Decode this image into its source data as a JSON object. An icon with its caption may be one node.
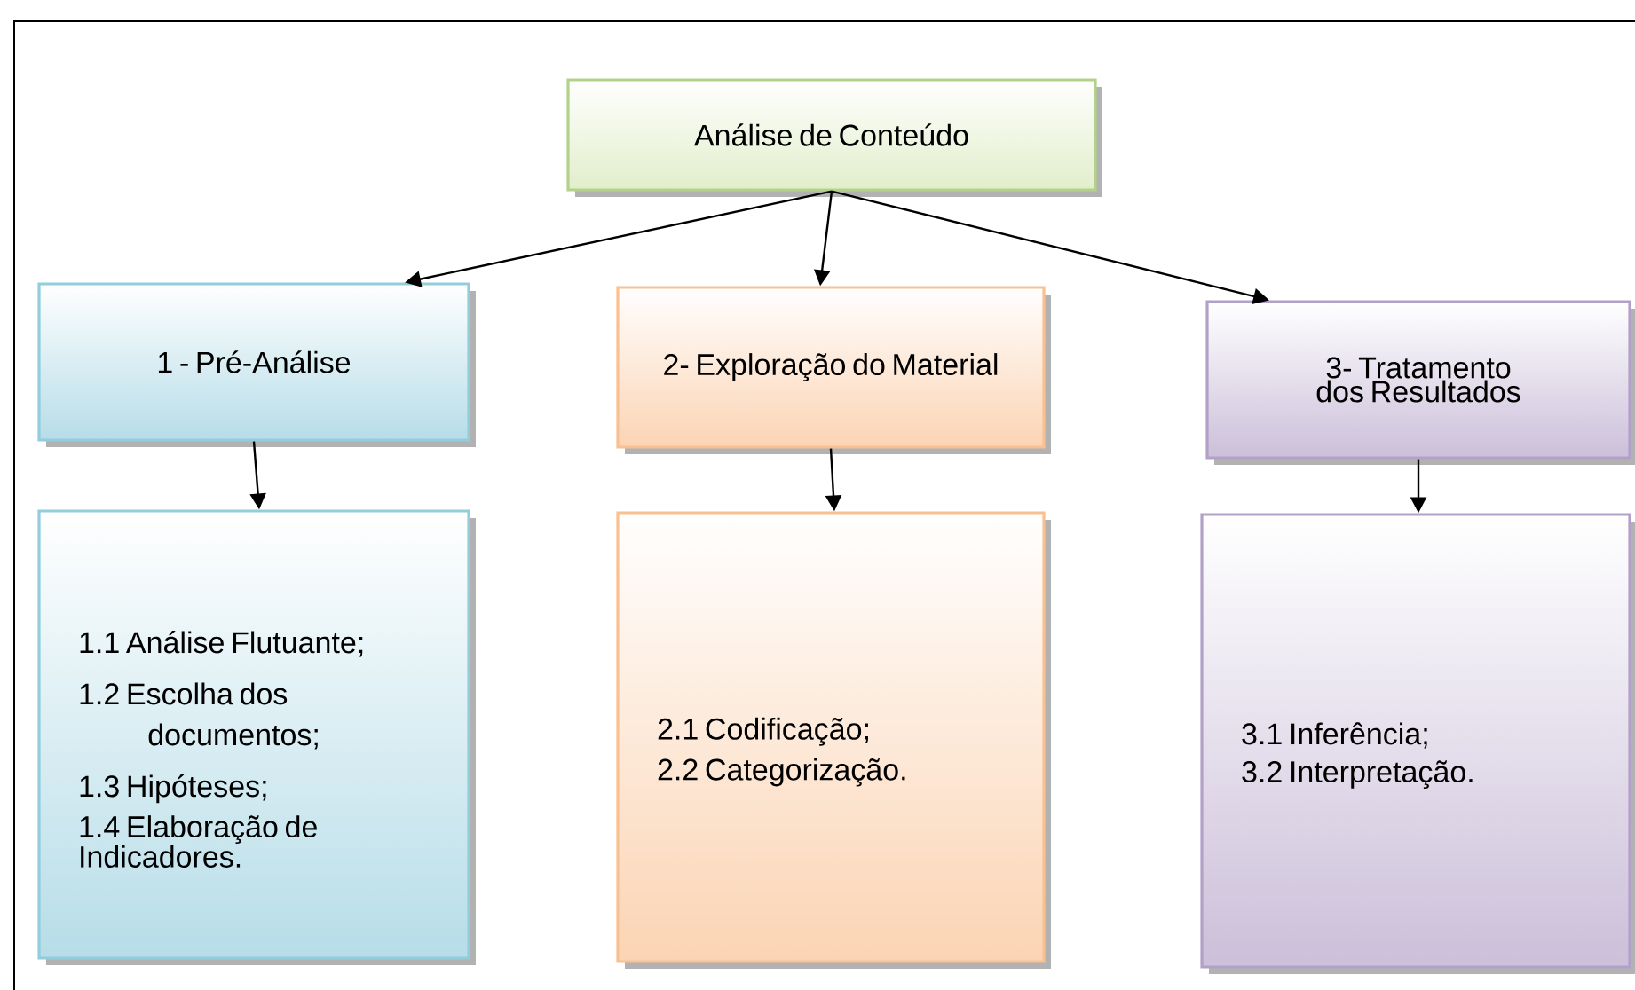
{
  "diagram": {
    "nodes": [
      {
        "text": [
          "Análise de Conteúdo"
        ]
      },
      {
        "text": [
          "1 - Pré-Análise"
        ]
      },
      {
        "text": [
          "2- Exploração do Material"
        ]
      },
      {
        "text": [
          "3- Tratamento dos Resultados"
        ]
      },
      {
        "text": [
          "1.1 Análise Flutuante;",
          "1.2 Escolha dos documentos;",
          "1.3 Hipóteses;",
          "1.4 Elaboração de Indicadores."
        ]
      },
      {
        "text": [
          "2.1 Codificação;",
          "2.2 Categorização."
        ]
      },
      {
        "text": [
          "3.1 Inferência;",
          "3.2 Interpretação."
        ]
      }
    ],
    "edges": [
      {
        "from": 0,
        "to": 1,
        "arrow": "to"
      },
      {
        "from": 0,
        "to": 2,
        "arrow": "to"
      },
      {
        "from": 0,
        "to": 3,
        "arrow": "to"
      },
      {
        "from": 1,
        "to": 4,
        "arrow": "to"
      },
      {
        "from": 2,
        "to": 5,
        "arrow": "to"
      },
      {
        "from": 3,
        "to": 6,
        "arrow": "to"
      }
    ]
  }
}
